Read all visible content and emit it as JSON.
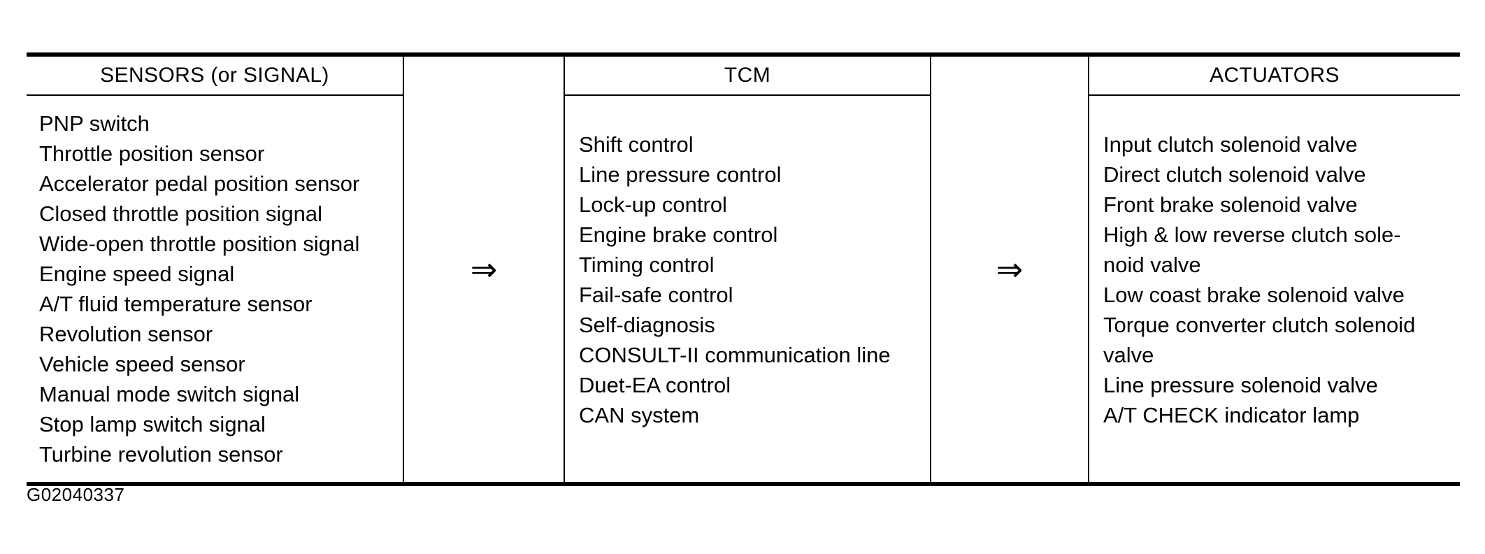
{
  "diagram": {
    "caption": "G02040337",
    "arrow_glyph": "⇒",
    "rule_color": "#000000",
    "columns": [
      {
        "id": "sensors",
        "kind": "content",
        "header": "SENSORS (or SIGNAL)",
        "items": [
          "PNP switch",
          "Throttle position sensor",
          "Accelerator pedal position sensor",
          "Closed throttle position signal",
          "Wide-open throttle position signal",
          "Engine speed signal",
          "A/T fluid temperature sensor",
          "Revolution sensor",
          "Vehicle speed sensor",
          "Manual mode switch signal",
          "Stop lamp switch signal",
          "Turbine revolution sensor"
        ]
      },
      {
        "id": "arrow-1",
        "kind": "arrow",
        "header": "",
        "items": []
      },
      {
        "id": "tcm",
        "kind": "content",
        "header": "TCM",
        "items": [
          "Shift control",
          "Line pressure control",
          "Lock-up control",
          "Engine brake control",
          "Timing control",
          "Fail-safe control",
          "Self-diagnosis",
          "CONSULT-II communication line",
          "Duet-EA control",
          "CAN system"
        ]
      },
      {
        "id": "arrow-2",
        "kind": "arrow",
        "header": "",
        "items": []
      },
      {
        "id": "actuators",
        "kind": "content",
        "header": "ACTUATORS",
        "items": [
          "Input clutch solenoid valve",
          "Direct clutch solenoid valve",
          "Front brake solenoid valve",
          "High & low reverse clutch sole-\nnoid valve",
          "Low coast brake solenoid valve",
          "Torque converter clutch solenoid\nvalve",
          "Line pressure solenoid valve",
          "A/T CHECK indicator lamp"
        ]
      }
    ]
  }
}
